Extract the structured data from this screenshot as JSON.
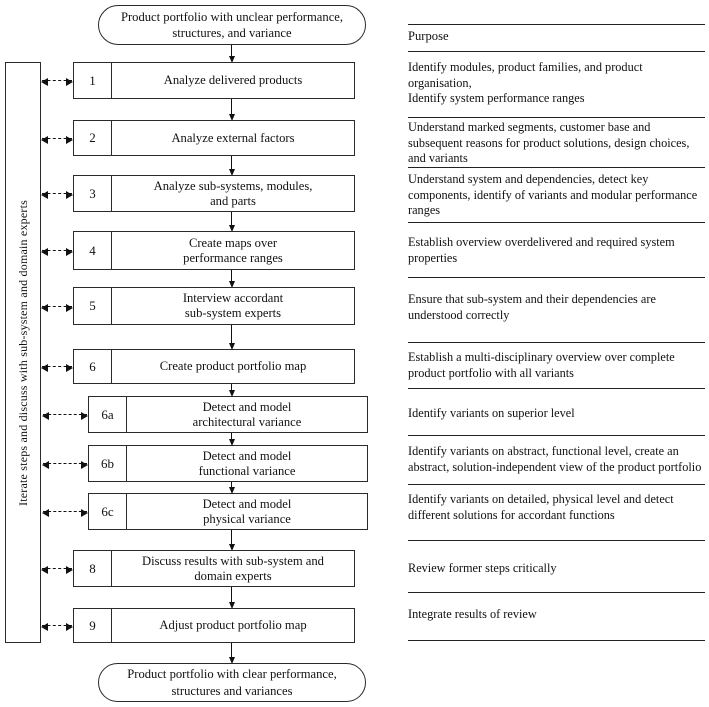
{
  "figure": {
    "start_label": "Product portfolio with unclear performance,\nstructures, and variance",
    "end_label": "Product portfolio with clear performance,\nstructures and variances",
    "sidebar_label": "Iterate steps and discuss with sub-system and domain experts",
    "purpose_header": "Purpose",
    "line_color": "#222222",
    "background_color": "#ffffff"
  },
  "steps": [
    {
      "num": "1",
      "label": "Analyze delivered products",
      "purpose": "Identify modules, product families, and product organisation,\nIdentify system performance ranges"
    },
    {
      "num": "2",
      "label": "Analyze external factors",
      "purpose": "Understand marked segments, customer base and subsequent reasons for product solutions, design choices, and variants"
    },
    {
      "num": "3",
      "label": "Analyze sub-systems, modules,\nand parts",
      "purpose": "Understand system and dependencies, detect key components, identify of variants and modular performance ranges"
    },
    {
      "num": "4",
      "label": "Create maps over\nperformance ranges",
      "purpose": "Establish overview overdelivered and required system properties"
    },
    {
      "num": "5",
      "label": "Interview accordant\nsub-system experts",
      "purpose": "Ensure that sub-system and their dependencies are understood correctly"
    },
    {
      "num": "6",
      "label": "Create product portfolio map",
      "purpose": "Establish a multi-disciplinary overview over complete product portfolio with all variants"
    },
    {
      "num": "6a",
      "label": "Detect and model\narchitectural variance",
      "purpose": "Identify variants on superior level"
    },
    {
      "num": "6b",
      "label": "Detect and model\nfunctional variance",
      "purpose": "Identify variants on abstract, functional level, create an abstract, solution-independent view of the product portfolio"
    },
    {
      "num": "6c",
      "label": "Detect and model\nphysical variance",
      "purpose": "Identify variants on detailed, physical level and detect different solutions for accordant functions"
    },
    {
      "num": "8",
      "label": "Discuss results with sub-system and\ndomain experts",
      "purpose": "Review former steps critically"
    },
    {
      "num": "9",
      "label": "Adjust product portfolio map",
      "purpose": "Integrate results of review"
    }
  ]
}
